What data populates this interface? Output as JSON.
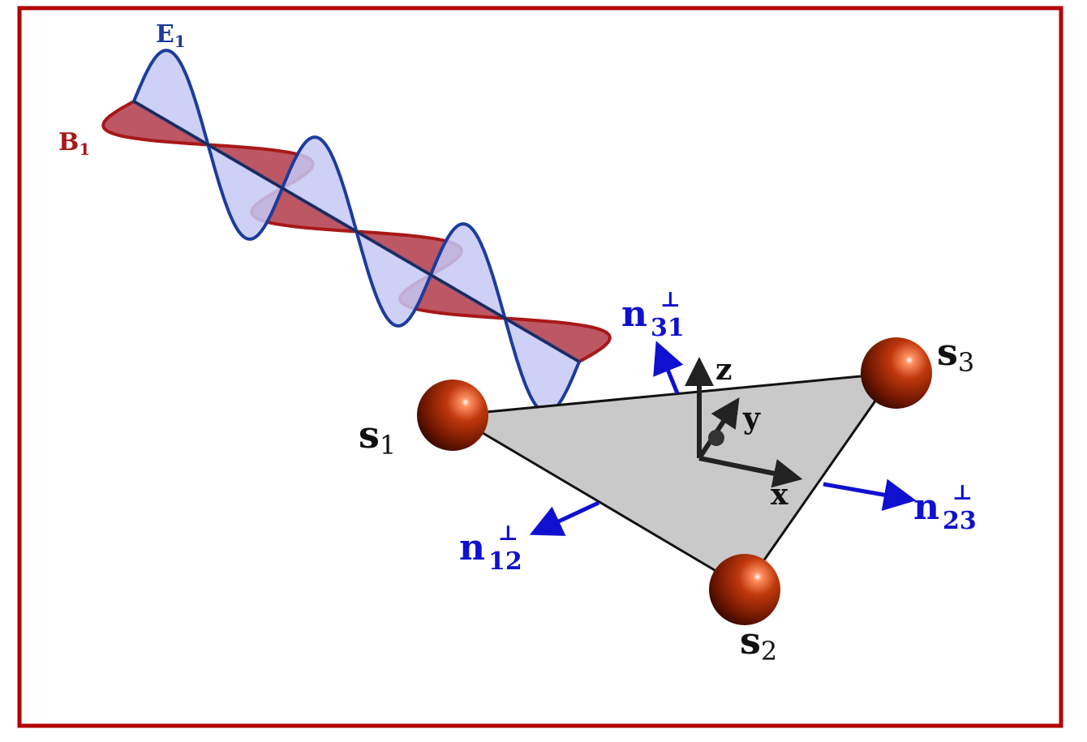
{
  "colors": {
    "frame": "#b30000",
    "e_field_stroke": "#1c3c9c",
    "e_field_fill": "#c6c8f4",
    "b_field_stroke": "#a81818",
    "b_field_fill": "#b03a48",
    "normal_arrow": "#1010d0",
    "triangle_fill": "#c9c9c9",
    "sphere": "#b02a08"
  },
  "wave": {
    "e_label": "E",
    "e_sub": "1",
    "b_label": "B",
    "b_sub": "1"
  },
  "sites": [
    {
      "label": "s",
      "sub": "1"
    },
    {
      "label": "s",
      "sub": "2"
    },
    {
      "label": "s",
      "sub": "3"
    }
  ],
  "normals": [
    {
      "label": "n",
      "sup": "⊥",
      "sub": "12"
    },
    {
      "label": "n",
      "sup": "⊥",
      "sub": "23"
    },
    {
      "label": "n",
      "sup": "⊥",
      "sub": "31"
    }
  ],
  "axes": {
    "x": "x",
    "y": "y",
    "z": "z"
  }
}
